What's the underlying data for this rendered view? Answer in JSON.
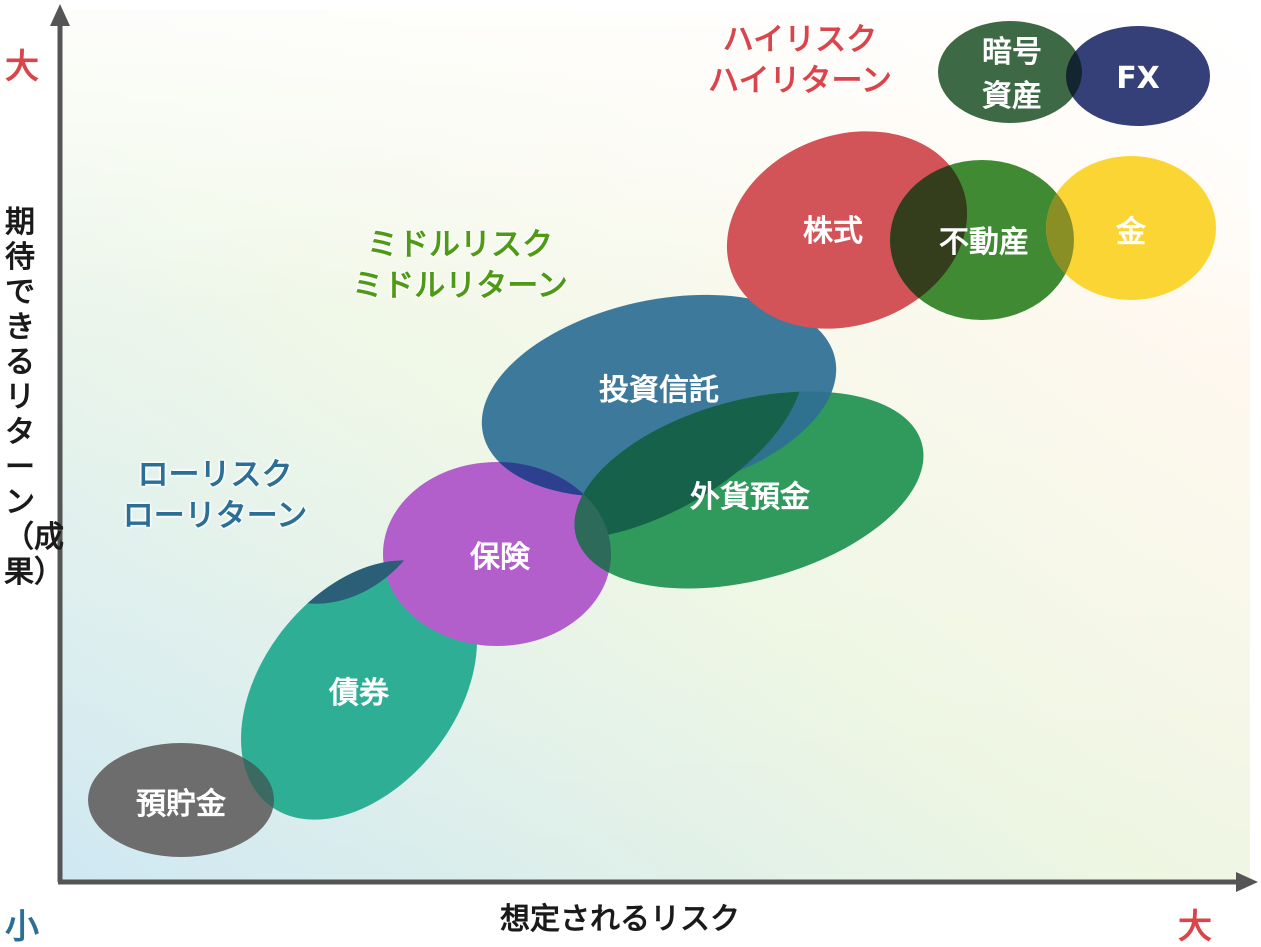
{
  "axes": {
    "y_label": "期待できるリターン（成果）",
    "x_label": "想定されるリスク",
    "y_top": "大",
    "y_bottom": "小",
    "x_right": "大"
  },
  "groups": [
    {
      "line1": "ハイリスク",
      "line2": "ハイリターン",
      "color": "#d9454b"
    },
    {
      "line1": "ミドルリスク",
      "line2": "ミドルリターン",
      "color": "#4f9a14"
    },
    {
      "line1": "ローリスク",
      "line2": "ローリターン",
      "color": "#2b6e96"
    }
  ],
  "products": [
    {
      "label": "預貯金",
      "color": "#6d6d6d"
    },
    {
      "label": "債券",
      "color": "#2fae96"
    },
    {
      "label": "保険",
      "color": "#b25fcc"
    },
    {
      "label": "外貨預金",
      "color": "#2f9a5c"
    },
    {
      "label": "投資信託",
      "color": "#2e6f94"
    },
    {
      "label": "株式",
      "color": "#d25358"
    },
    {
      "label": "不動産",
      "color": "#3f8a33"
    },
    {
      "label": "金",
      "color": "#fbd534"
    },
    {
      "label": "暗号",
      "color": "#3d6a44"
    },
    {
      "label": "資産",
      "color": "#3d6a44"
    },
    {
      "label": "FX",
      "color": "#353f78"
    }
  ],
  "colors": {
    "axis": "#555555",
    "corner_large": "#d9454b",
    "corner_small": "#2b6e96"
  }
}
